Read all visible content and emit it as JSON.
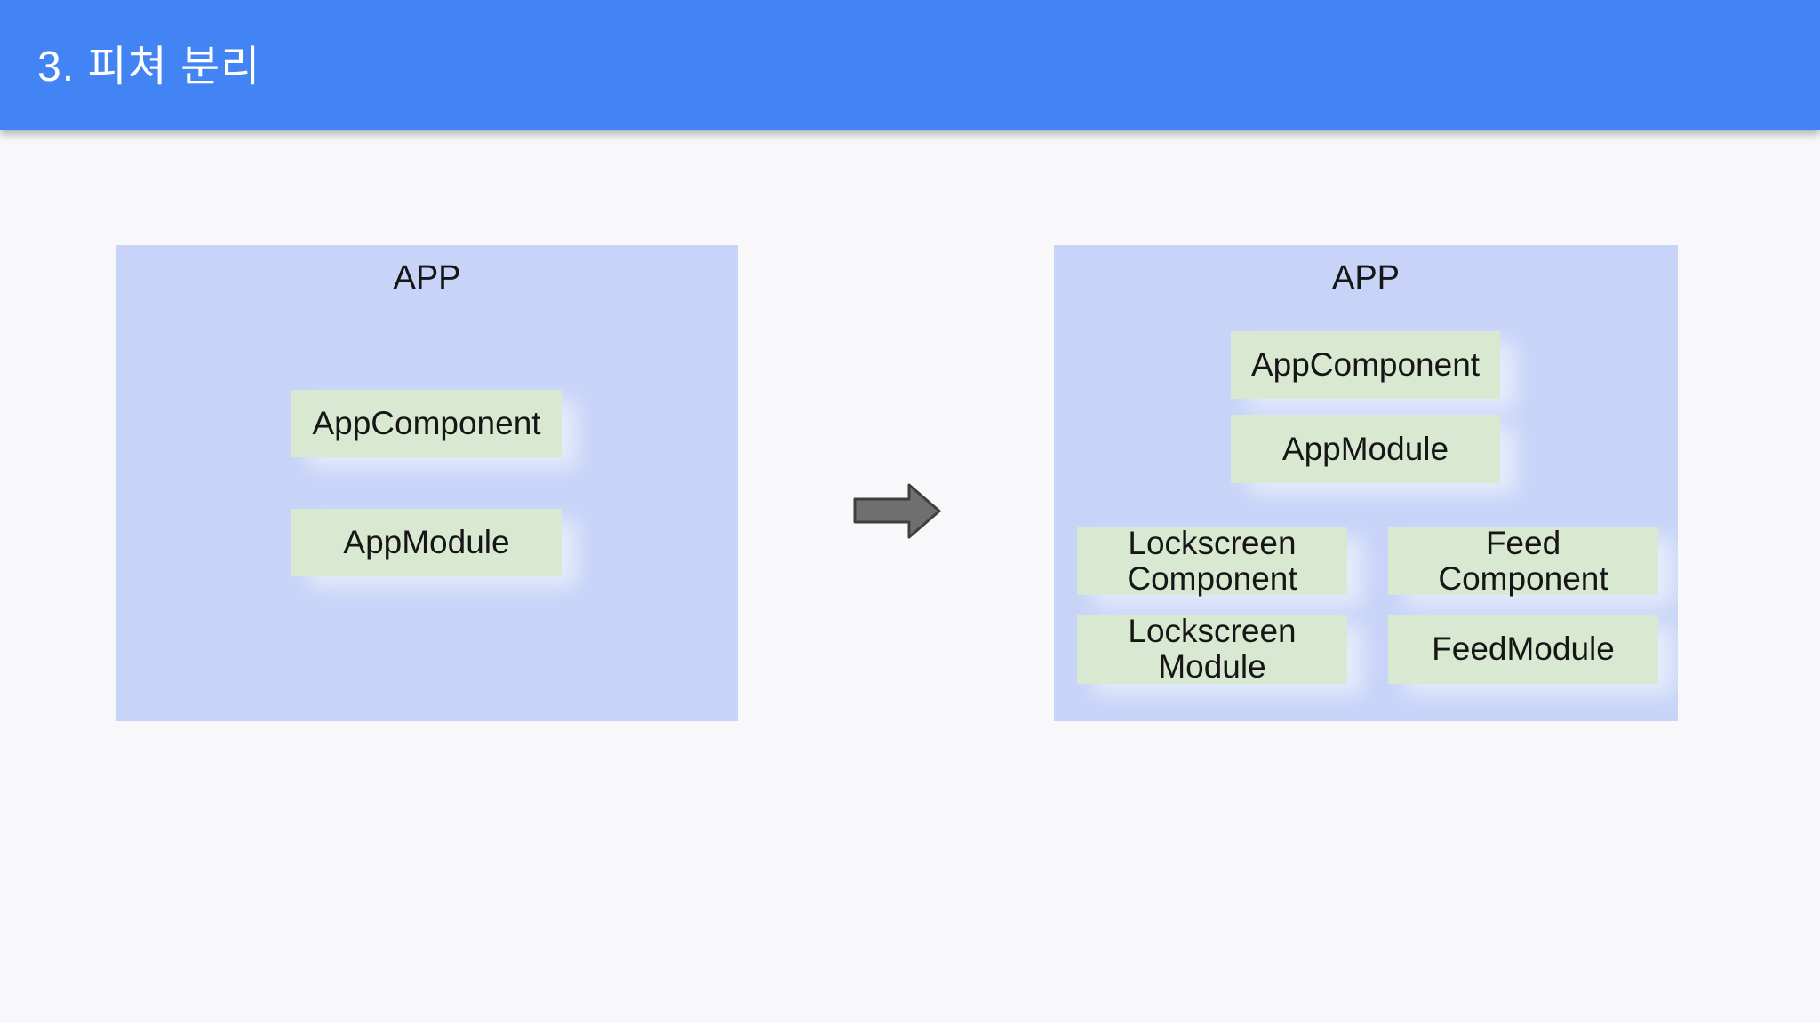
{
  "header": {
    "title": "3. 피쳐 분리"
  },
  "colors": {
    "page_bg": "#F8F7FA",
    "header_bg": "#4284F3",
    "panel_bg": "#C7D4F8",
    "node_bg": "#D9E8D1",
    "arrow_fill": "#6F6F6F",
    "arrow_stroke": "#3F3F3F",
    "title_text": "#FFFFFF",
    "node_text": "#161616"
  },
  "before_panel": {
    "title": "APP",
    "nodes": [
      {
        "label": "AppComponent"
      },
      {
        "label": "AppModule"
      }
    ]
  },
  "after_panel": {
    "title": "APP",
    "nodes": [
      {
        "label": "AppComponent"
      },
      {
        "label": "AppModule"
      },
      {
        "label": "Lockscreen\nComponent"
      },
      {
        "label": "Feed\nComponent"
      },
      {
        "label": "Lockscreen\nModule"
      },
      {
        "label": "FeedModule"
      }
    ]
  }
}
